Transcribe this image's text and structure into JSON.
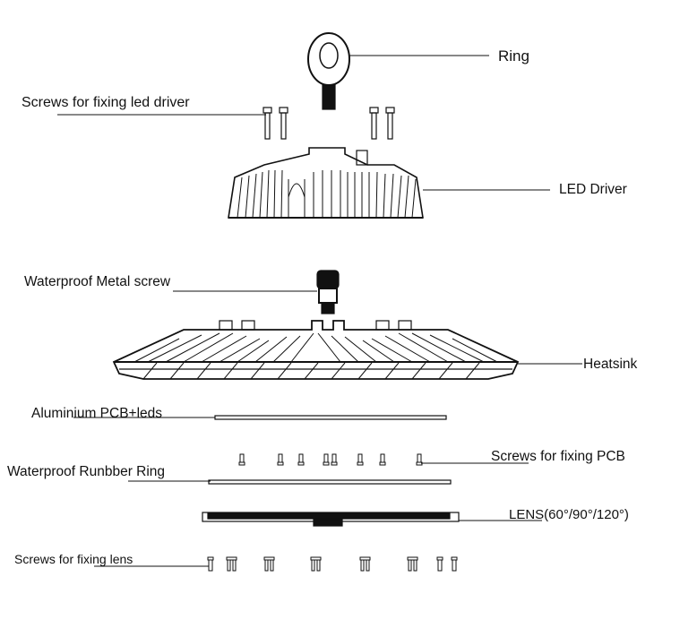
{
  "labels": {
    "ring": "Ring",
    "screws_driver": "Screws for fixing led driver",
    "led_driver": "LED Driver",
    "metal_screw": "Waterproof Metal screw",
    "heatsink": "Heatsink",
    "pcb": "Aluminium PCB+leds",
    "screws_pcb": "Screws for fixing PCB",
    "rubber_ring": "Waterproof Runbber Ring",
    "lens": "LENS(60°/90°/120°)",
    "screws_lens": "Screws for fixing lens"
  }
}
